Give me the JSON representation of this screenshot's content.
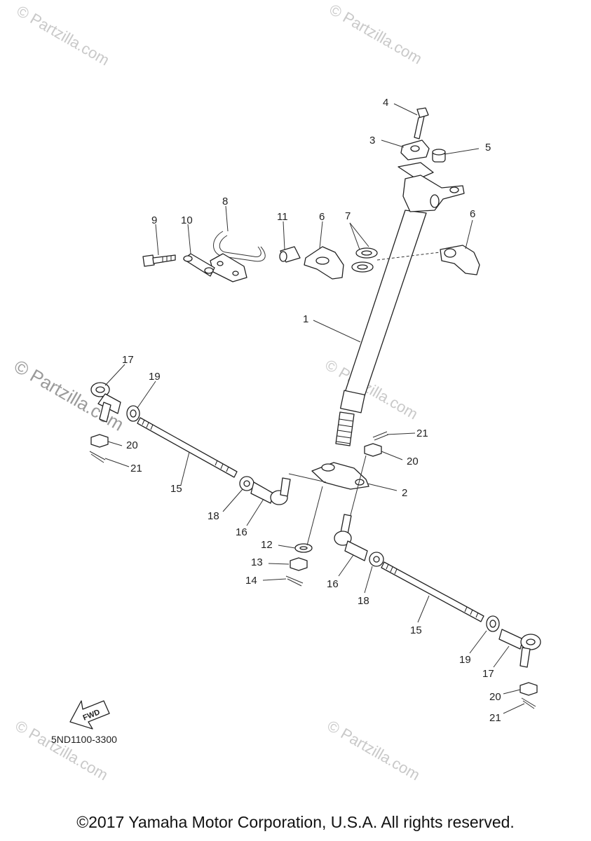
{
  "watermark": {
    "text": "© Partzilla.com"
  },
  "diagram_code": "5ND1100-3300",
  "fwd_label": "FWD",
  "copyright": "©2017 Yamaha Motor Corporation, U.S.A. All rights reserved.",
  "callouts": {
    "c1": "1",
    "c2": "2",
    "c3": "3",
    "c4": "4",
    "c5": "5",
    "c6a": "6",
    "c6b": "6",
    "c7": "7",
    "c8": "8",
    "c9": "9",
    "c10": "10",
    "c11": "11",
    "c12": "12",
    "c13": "13",
    "c14": "14",
    "c15a": "15",
    "c15b": "15",
    "c16a": "16",
    "c16b": "16",
    "c17a": "17",
    "c17b": "17",
    "c18a": "18",
    "c18b": "18",
    "c19a": "19",
    "c19b": "19",
    "c20a": "20",
    "c20b": "20",
    "c20c": "20",
    "c21a": "21",
    "c21b": "21",
    "c21c": "21"
  }
}
